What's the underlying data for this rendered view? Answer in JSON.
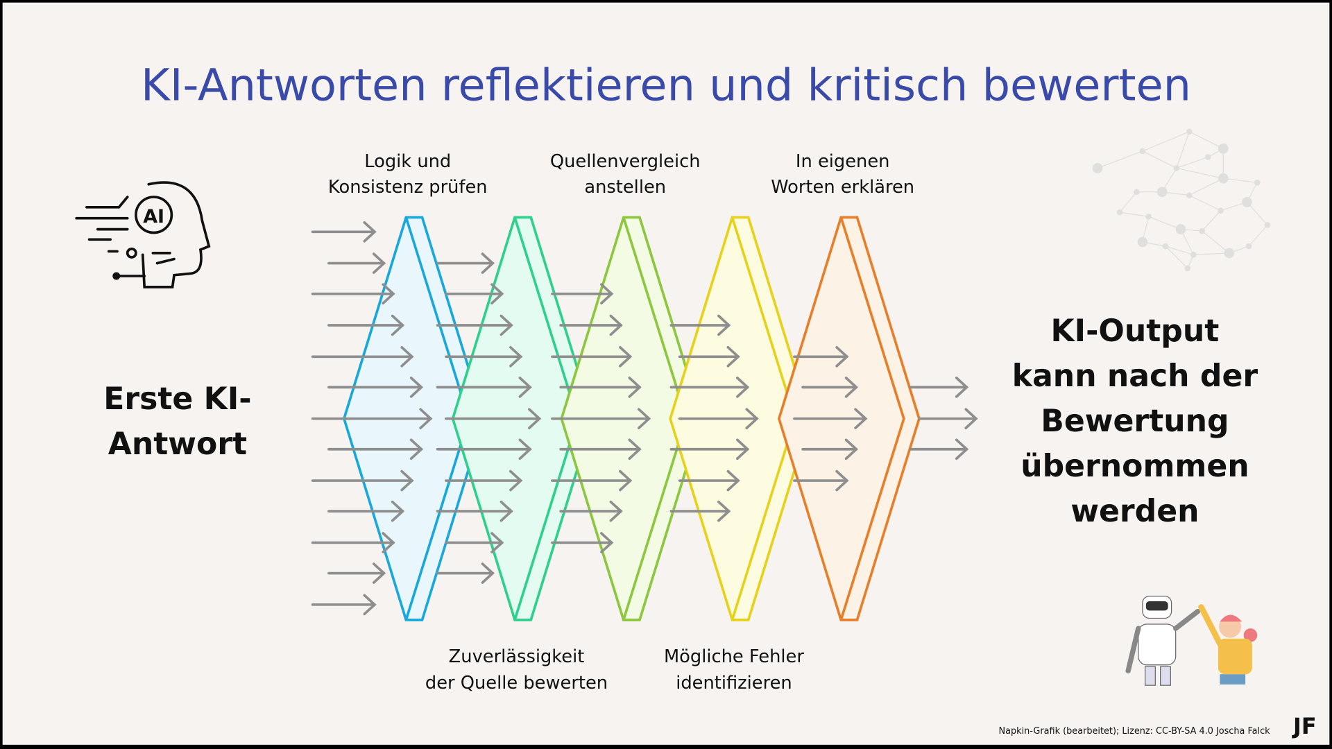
{
  "title": "KI-Antworten reflektieren und kritisch bewerten",
  "input_label": [
    "Erste KI-",
    "Antwort"
  ],
  "output_label": [
    "KI-Output",
    "kann nach der",
    "Bewertung",
    "übernommen",
    "werden"
  ],
  "stages": [
    {
      "lines": [
        "Logik und",
        "Konsistenz prüfen"
      ],
      "position": "top",
      "color": "#1aa7dc",
      "fill": "#e9f7fd"
    },
    {
      "lines": [
        "Zuverlässigkeit",
        "der Quelle bewerten"
      ],
      "position": "bottom",
      "color": "#2fcf8c",
      "fill": "#e3fbf1"
    },
    {
      "lines": [
        "Quellenvergleich",
        "anstellen"
      ],
      "position": "top",
      "color": "#8dc63f",
      "fill": "#f4fbe4"
    },
    {
      "lines": [
        "Mögliche Fehler",
        "identifizieren"
      ],
      "position": "bottom",
      "color": "#e6d21c",
      "fill": "#fdfbe0"
    },
    {
      "lines": [
        "In eigenen",
        "Worten erklären"
      ],
      "position": "top",
      "color": "#e77f2a",
      "fill": "#fdf2e6"
    }
  ],
  "ai_badge": "AI",
  "footer": "Napkin-Grafik (bearbeitet); Lizenz: CC-BY-SA 4.0 Joscha Falck",
  "logo": "JF",
  "colors": {
    "title": "#3a4aa8",
    "background": "#f6f3f0",
    "arrow": "#8e8e8e"
  }
}
